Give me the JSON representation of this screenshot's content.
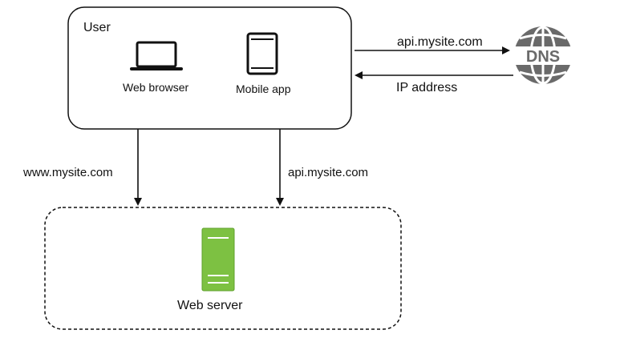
{
  "user": {
    "title": "User",
    "web_browser_label": "Web browser",
    "mobile_app_label": "Mobile app"
  },
  "dns": {
    "icon_text": "DNS",
    "request_label": "api.mysite.com",
    "response_label": "IP address"
  },
  "connections": {
    "browser_domain": "www.mysite.com",
    "mobile_domain": "api.mysite.com"
  },
  "server": {
    "label": "Web server"
  },
  "colors": {
    "stroke": "#111111",
    "server_green": "#7dc142",
    "server_green_dark": "#5fa12c",
    "dns_gray": "#6a6a6a"
  }
}
